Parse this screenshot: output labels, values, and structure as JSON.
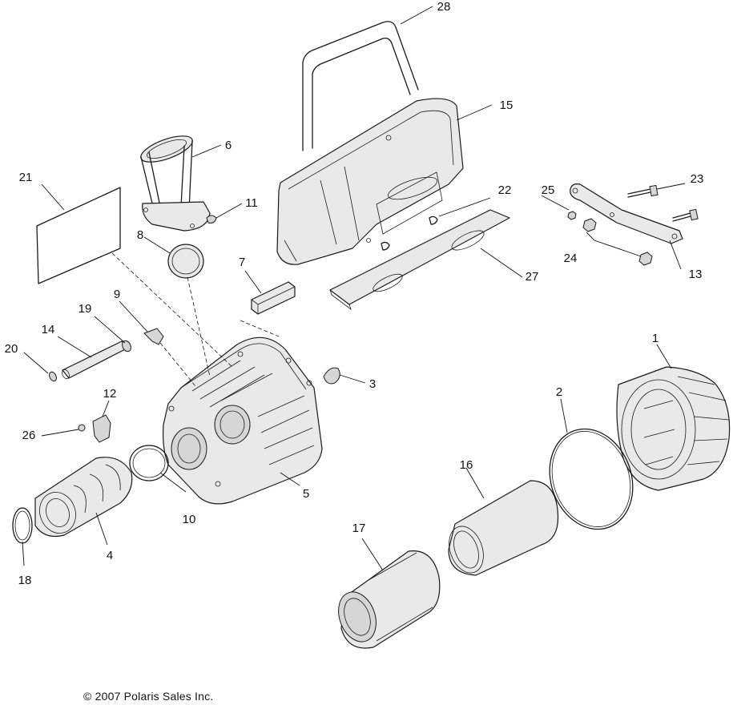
{
  "diagram": {
    "callouts": [
      {
        "id": "c1",
        "label": "1"
      },
      {
        "id": "c2",
        "label": "2"
      },
      {
        "id": "c3",
        "label": "3"
      },
      {
        "id": "c4",
        "label": "4"
      },
      {
        "id": "c5",
        "label": "5"
      },
      {
        "id": "c6",
        "label": "6"
      },
      {
        "id": "c7",
        "label": "7"
      },
      {
        "id": "c8",
        "label": "8"
      },
      {
        "id": "c9",
        "label": "9"
      },
      {
        "id": "c10",
        "label": "10"
      },
      {
        "id": "c11",
        "label": "11"
      },
      {
        "id": "c12",
        "label": "12"
      },
      {
        "id": "c13",
        "label": "13"
      },
      {
        "id": "c14",
        "label": "14"
      },
      {
        "id": "c15",
        "label": "15"
      },
      {
        "id": "c16",
        "label": "16"
      },
      {
        "id": "c17",
        "label": "17"
      },
      {
        "id": "c18",
        "label": "18"
      },
      {
        "id": "c19",
        "label": "19"
      },
      {
        "id": "c20",
        "label": "20"
      },
      {
        "id": "c21",
        "label": "21"
      },
      {
        "id": "c22",
        "label": "22"
      },
      {
        "id": "c23",
        "label": "23"
      },
      {
        "id": "c24",
        "label": "24"
      },
      {
        "id": "c25",
        "label": "25"
      },
      {
        "id": "c26",
        "label": "26"
      },
      {
        "id": "c27",
        "label": "27"
      },
      {
        "id": "c28",
        "label": "28"
      }
    ]
  },
  "footer": {
    "copyright": "© 2007 Polaris Sales Inc."
  }
}
